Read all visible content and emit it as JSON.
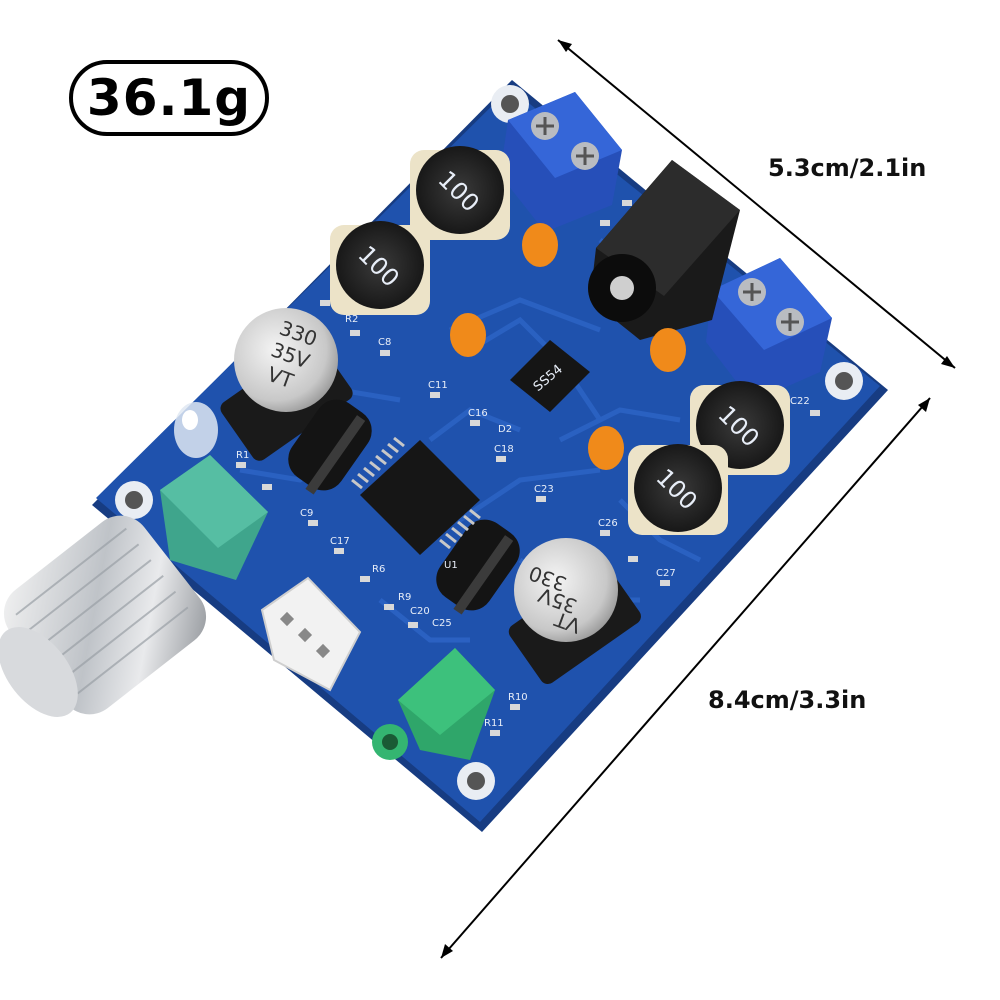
{
  "weight": {
    "label": "36.1g"
  },
  "dimensions": {
    "width_label": "5.3cm/2.1in",
    "length_label": "8.4cm/3.3in"
  },
  "components": {
    "cap_top": {
      "line1": "330",
      "line2": "35V",
      "line3": "VT"
    },
    "cap_bottom": {
      "line1": "330",
      "line2": "35V",
      "line3": "VT"
    },
    "inductor_marking": "100",
    "diode_marking": "SS54",
    "chip_label": "U1",
    "diode_ref": "D2",
    "tiny_labels": [
      "R2",
      "C8",
      "C11",
      "C16",
      "C18",
      "C23",
      "C26",
      "R1",
      "C9",
      "C17",
      "R6",
      "R9",
      "C20",
      "C25",
      "C22",
      "R10",
      "R11",
      "C27"
    ]
  },
  "colors": {
    "pcb": "#1e4fa8",
    "pcb_edge": "#173c82",
    "terminal": "#2f5fd0",
    "pot": "#3fa58c",
    "cap_orange": "#f08a1a"
  }
}
